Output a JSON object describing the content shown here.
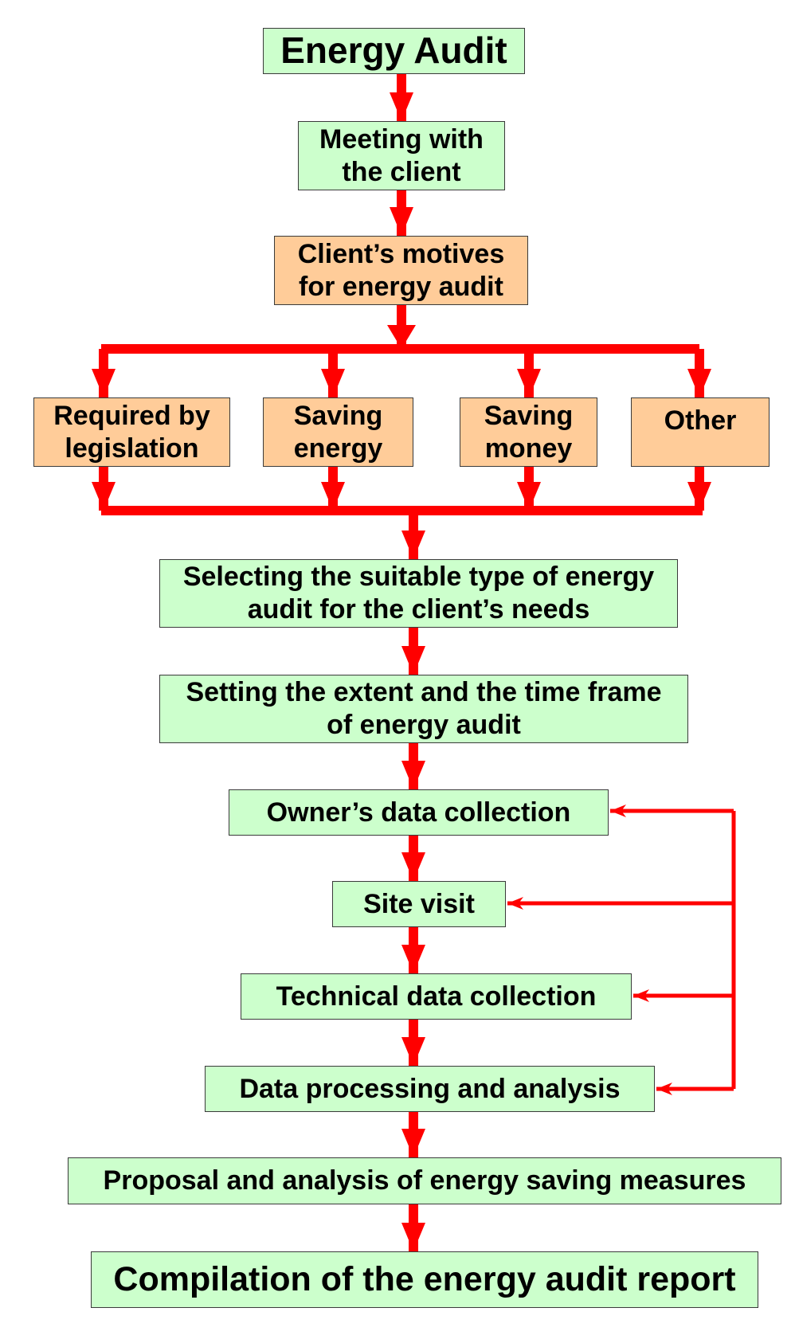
{
  "colors": {
    "arrow": "#ff0000",
    "process_fill": "#ccffcc",
    "decision_fill": "#ffcc99",
    "border": "#3a3a3a",
    "text": "#000000"
  },
  "flowchart": {
    "title": "Energy Audit",
    "meeting": "Meeting with\nthe client",
    "motives": "Client’s motives\nfor energy audit",
    "motive_options": {
      "legislation": "Required by\nlegislation",
      "saving_energy": "Saving\nenergy",
      "saving_money": "Saving\nmoney",
      "other": "Other"
    },
    "selecting": "Selecting the suitable type of energy\naudit for the client’s needs",
    "setting": "Setting the extent and the time frame\nof energy audit",
    "owner_data": "Owner’s data collection",
    "site_visit": "Site visit",
    "technical_data": "Technical data collection",
    "data_processing": "Data processing and analysis",
    "proposal": "Proposal and analysis of energy saving measures",
    "compilation": "Compilation of the energy audit report"
  }
}
